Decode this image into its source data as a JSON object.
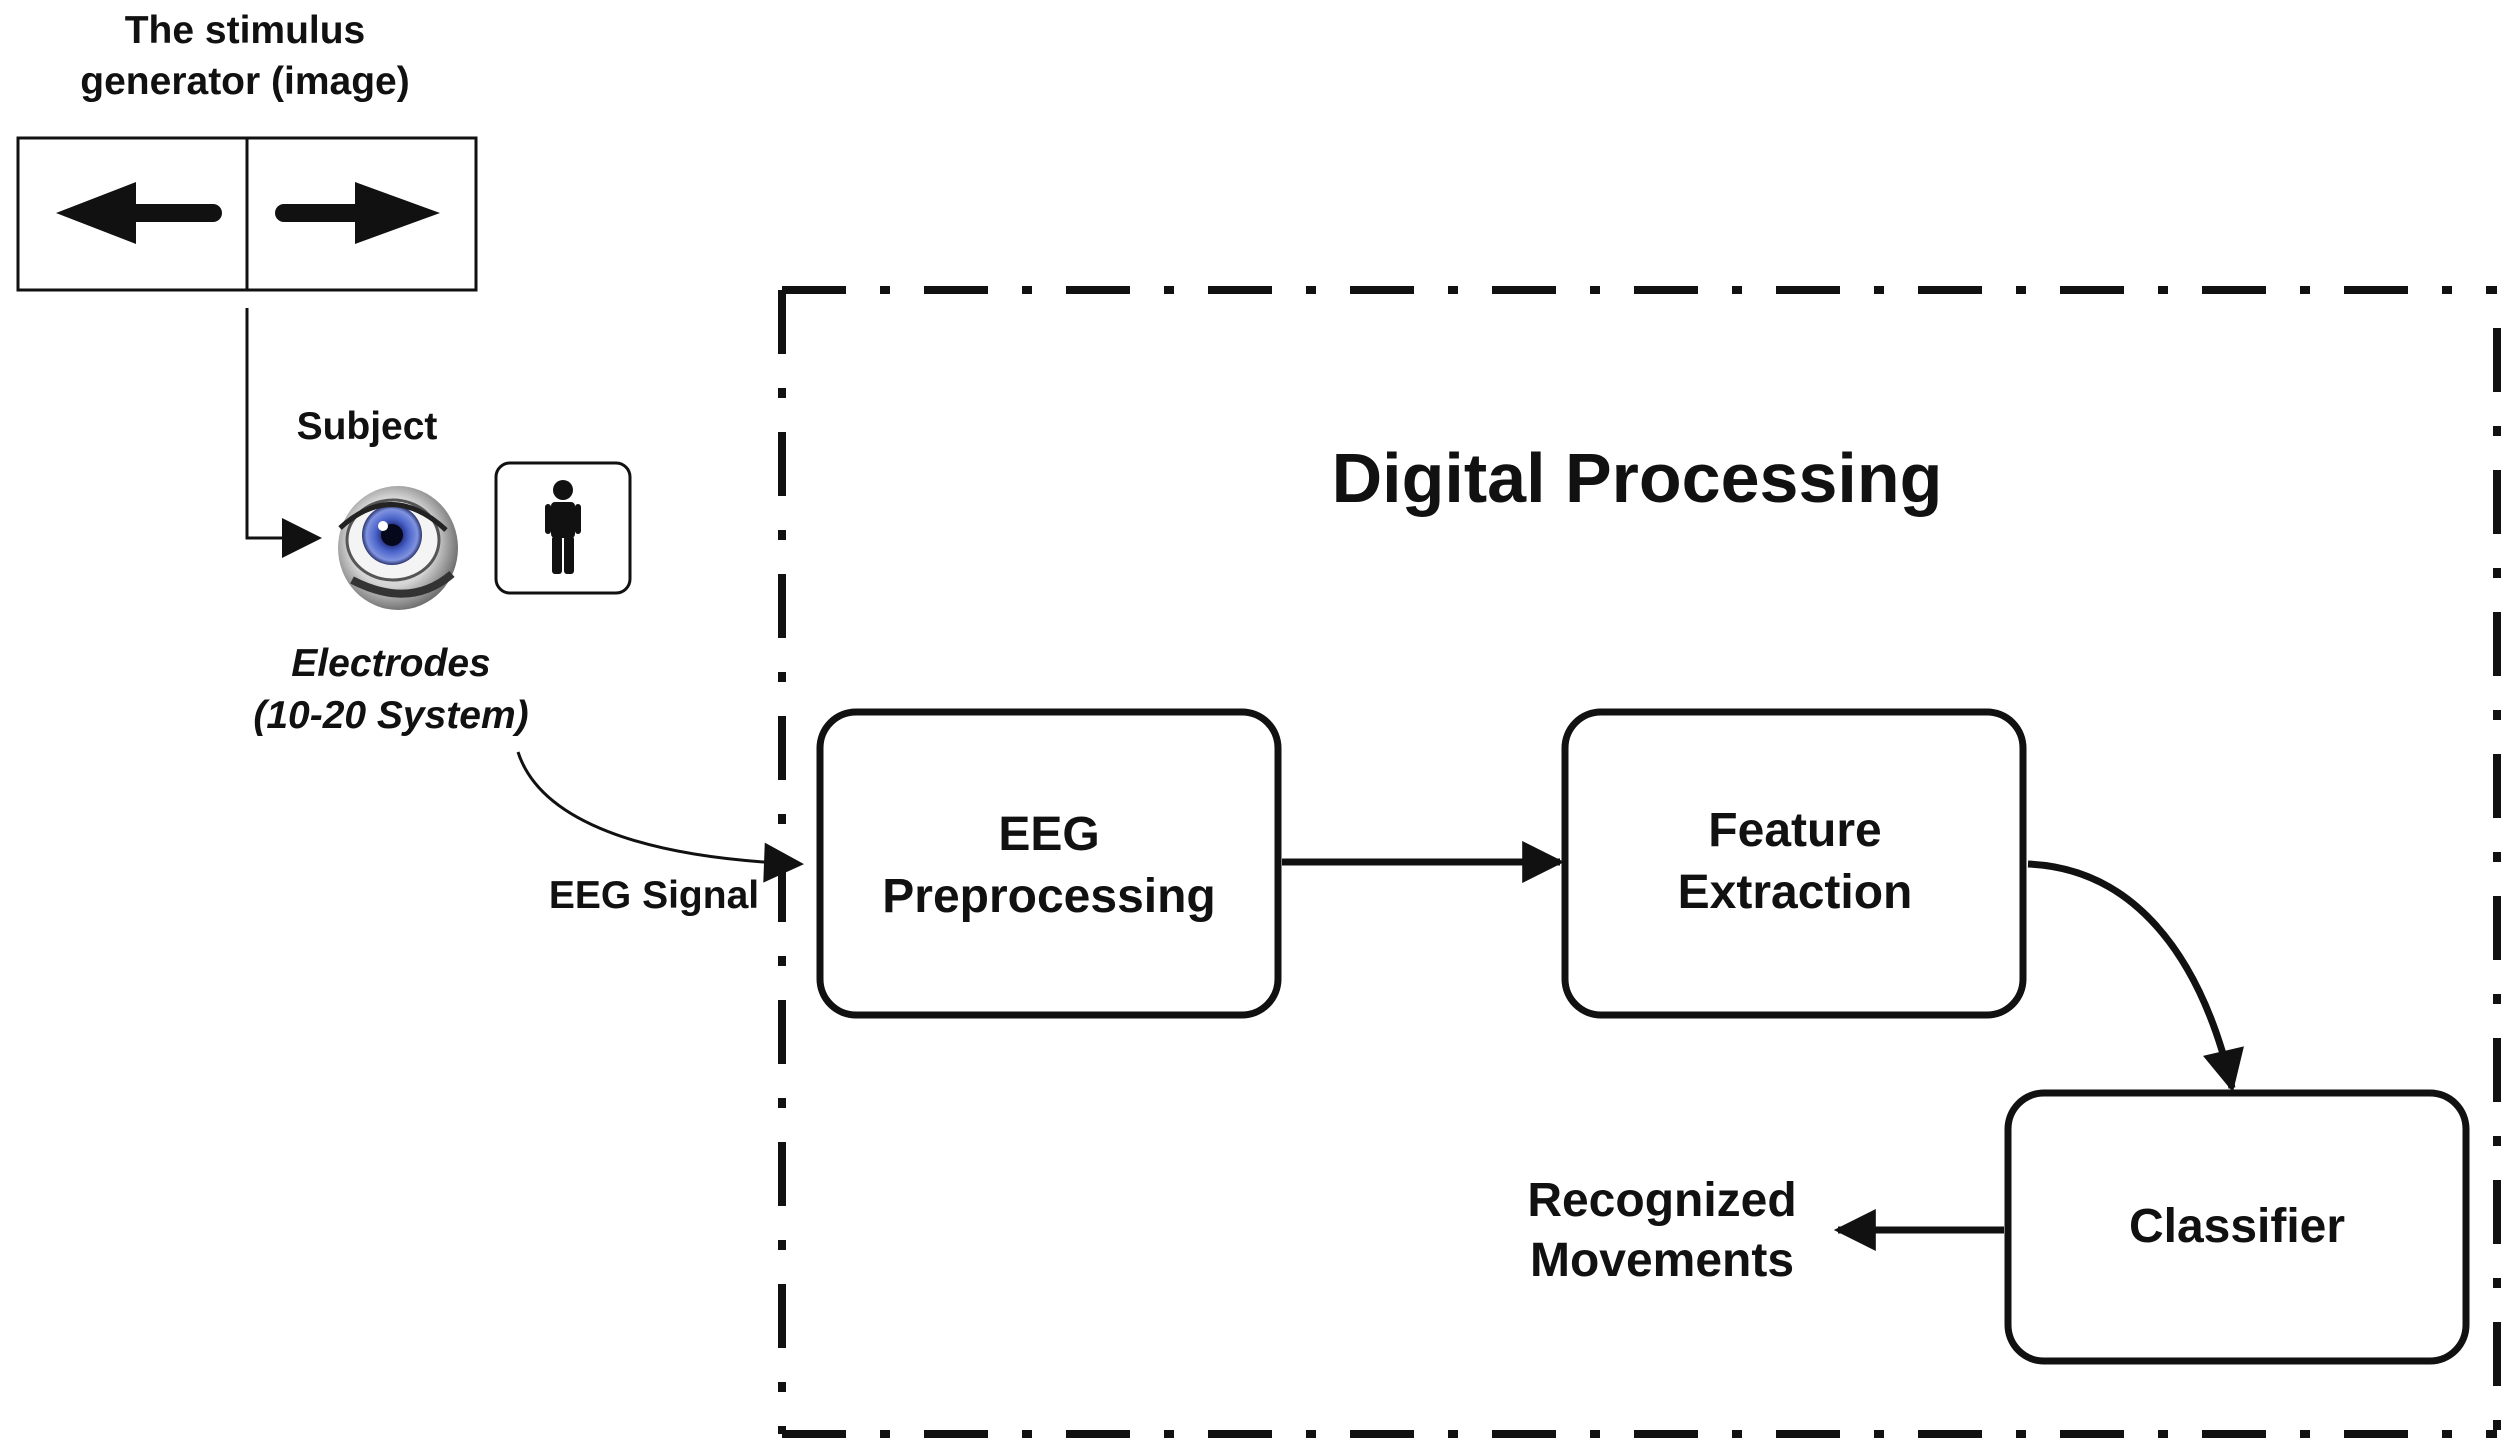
{
  "stimulus": {
    "title_line1": "The stimulus",
    "title_line2": "generator (image)"
  },
  "subject": {
    "label": "Subject",
    "electrodes_line1": "Electrodes",
    "electrodes_line2": "(10-20 System)",
    "signal_label": "EEG Signal"
  },
  "processing": {
    "title": "Digital Processing",
    "preprocessing_line1": "EEG",
    "preprocessing_line2": "Preprocessing",
    "feature_line1": "Feature",
    "feature_line2": "Extraction",
    "classifier": "Classifier",
    "output_line1": "Recognized",
    "output_line2": "Movements"
  },
  "icons": {
    "left_arrow": "left-arrow-icon",
    "right_arrow": "right-arrow-icon",
    "eye": "eye-icon",
    "person": "person-icon"
  },
  "colors": {
    "ink": "#111111",
    "iris": "#3b4fb0",
    "background": "#ffffff"
  }
}
